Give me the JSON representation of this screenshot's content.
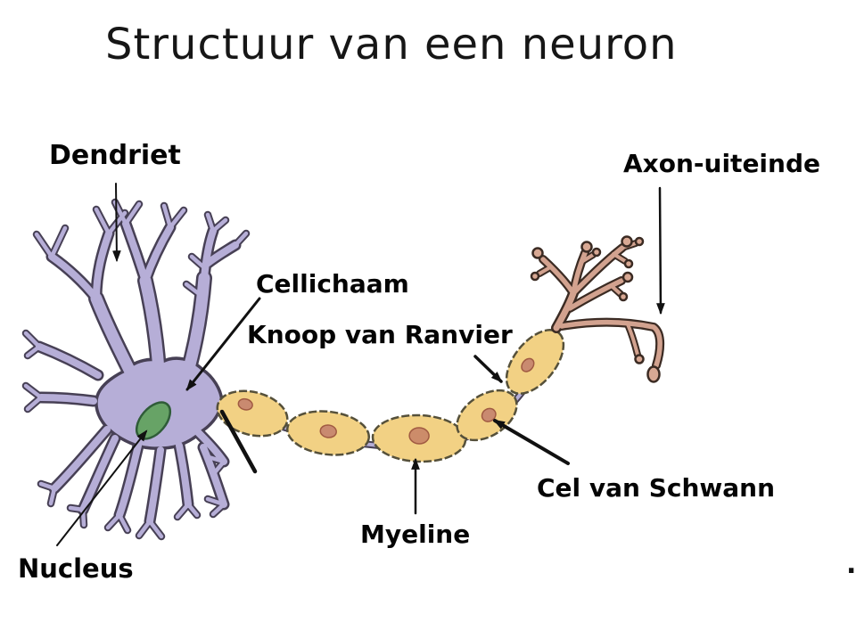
{
  "title": "Structuur van een neuron",
  "labels": {
    "dendriet": "Dendriet",
    "cellichaam": "Cellichaam",
    "knoop_van_ranvier": "Knoop van Ranvier",
    "axon_uiteinde": "Axon-uiteinde",
    "cel_van_schwann": "Cel van Schwann",
    "myeline": "Myeline",
    "nucleus": "Nucleus",
    "corner_dot": "."
  },
  "colors": {
    "background": "#ffffff",
    "label_text": "#040404",
    "soma_fill": "#b6aed7",
    "soma_outline": "#474055",
    "cell_nucleus_fill": "#67a366",
    "cell_nucleus_outline": "#2f5c38",
    "myelin_fill": "#f2d184",
    "myelin_outline": "#55503a",
    "schwann_nucleus_fill": "#c98a70",
    "axon_terminal_fill": "#d2a28f",
    "axon_terminal_outline": "#3b2b23",
    "arrow": "#111111"
  }
}
